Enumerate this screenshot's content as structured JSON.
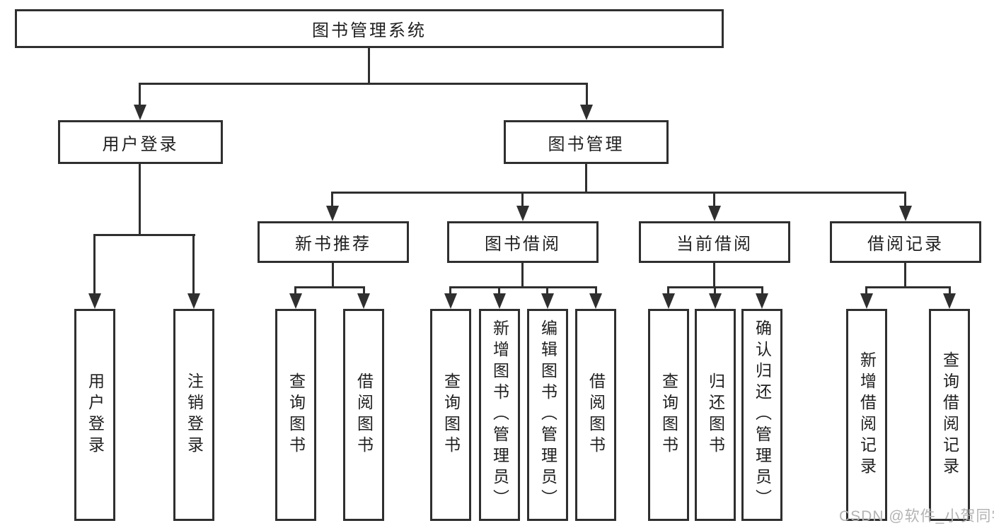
{
  "colors": {
    "line": "#2f2f2f",
    "box_border": "#2f2f2f",
    "text": "#1f1f1f",
    "watermark": "#b3b3b3",
    "background": "#ffffff"
  },
  "watermark": "CSDN @软件_小贺同学",
  "nodes": {
    "root": "图书管理系统",
    "user_login": "用户登录",
    "book_mgmt": "图书管理",
    "new_book_rec": "新书推荐",
    "book_borrow": "图书借阅",
    "current_borrow": "当前借阅",
    "borrow_records": "借阅记录",
    "ul_login": "用户登录",
    "ul_logout": "注销登录",
    "nb_query": "查询图书",
    "nb_borrow": "借阅图书",
    "bb_query": "查询图书",
    "bb_add": "新增图书（管理员）",
    "bb_edit": "编辑图书（管理员）",
    "bb_borrow": "借阅图书",
    "cb_query": "查询图书",
    "cb_return": "归还图书",
    "cb_confirm": "确认归还（管理员）",
    "br_add": "新增借阅记录",
    "br_query": "查询借阅记录"
  },
  "tree": {
    "label": "图书管理系统",
    "children": [
      {
        "label": "用户登录",
        "children": [
          {
            "label": "用户登录"
          },
          {
            "label": "注销登录"
          }
        ]
      },
      {
        "label": "图书管理",
        "children": [
          {
            "label": "新书推荐",
            "children": [
              {
                "label": "查询图书"
              },
              {
                "label": "借阅图书"
              }
            ]
          },
          {
            "label": "图书借阅",
            "children": [
              {
                "label": "查询图书"
              },
              {
                "label": "新增图书（管理员）"
              },
              {
                "label": "编辑图书（管理员）"
              },
              {
                "label": "借阅图书"
              }
            ]
          },
          {
            "label": "当前借阅",
            "children": [
              {
                "label": "查询图书"
              },
              {
                "label": "归还图书"
              },
              {
                "label": "确认归还（管理员）"
              }
            ]
          },
          {
            "label": "借阅记录",
            "children": [
              {
                "label": "新增借阅记录"
              },
              {
                "label": "查询借阅记录"
              }
            ]
          }
        ]
      }
    ]
  }
}
